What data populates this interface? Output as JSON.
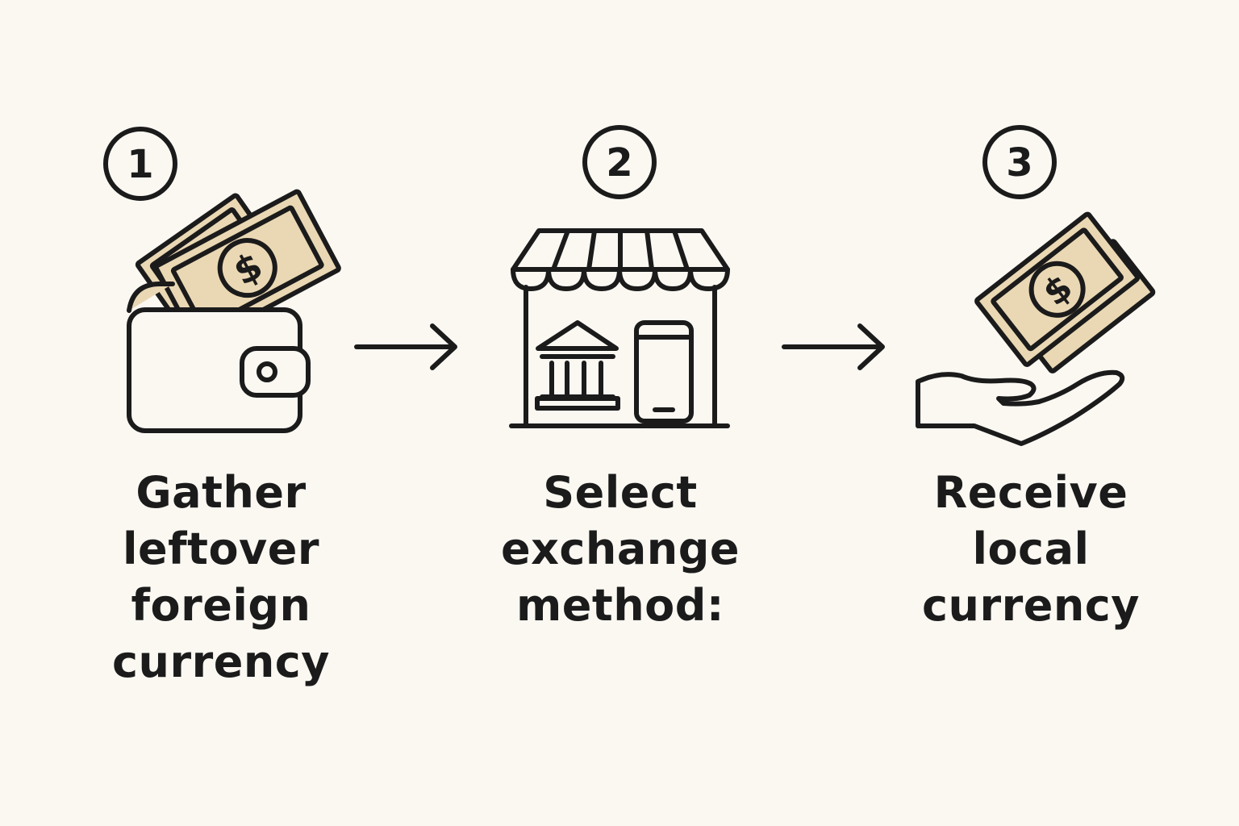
{
  "steps": [
    {
      "number": "1",
      "icon": "wallet-with-cash-icon",
      "lines": [
        "Gather",
        "leftover",
        "foreign",
        "currency"
      ]
    },
    {
      "number": "2",
      "icon": "exchange-storefront-icon",
      "lines": [
        "Select",
        "exchange",
        "method:"
      ]
    },
    {
      "number": "3",
      "icon": "hand-receiving-cash-icon",
      "lines": [
        "Receive",
        "local",
        "currency"
      ]
    }
  ],
  "connectors": [
    "arrow-right-icon",
    "arrow-right-icon"
  ],
  "colors": {
    "background": "#fbf8f2",
    "ink": "#1b1b1b",
    "cash_fill": "#ead8b4"
  }
}
